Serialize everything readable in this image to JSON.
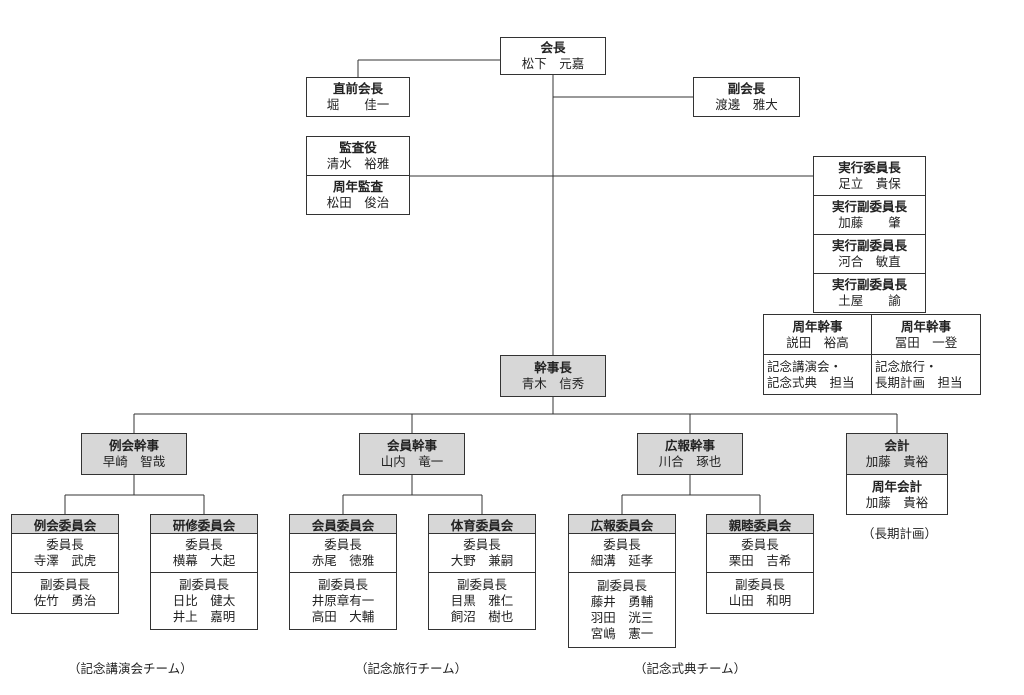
{
  "president": {
    "title": "会長",
    "name": "松下　元嘉"
  },
  "past_president": {
    "title": "直前会長",
    "name": "堀　　佳一"
  },
  "vice_president": {
    "title": "副会長",
    "name": "渡邊　雅大"
  },
  "auditor": {
    "title": "監査役",
    "name": "清水　裕雅"
  },
  "anniv_auditor": {
    "title": "周年監査",
    "name": "松田　俊治"
  },
  "exec_committee": [
    {
      "title": "実行委員長",
      "name": "足立　貴保"
    },
    {
      "title": "実行副委員長",
      "name": "加藤　　肇"
    },
    {
      "title": "実行副委員長",
      "name": "河合　敏直"
    },
    {
      "title": "実行副委員長",
      "name": "土屋　　諭"
    }
  ],
  "anniv_secretaries": [
    {
      "title": "周年幹事",
      "name": "説田　裕高",
      "duty1": "記念講演会・",
      "duty2": "記念式典　担当"
    },
    {
      "title": "周年幹事",
      "name": "冨田　一登",
      "duty1": "記念旅行・",
      "duty2": "長期計画　担当"
    }
  ],
  "chief_secretary": {
    "title": "幹事長",
    "name": "青木　信秀"
  },
  "secretaries": [
    {
      "title": "例会幹事",
      "name": "早崎　智哉"
    },
    {
      "title": "会員幹事",
      "name": "山内　竜一"
    },
    {
      "title": "広報幹事",
      "name": "川合　琢也"
    }
  ],
  "treasurer": {
    "title": "会計",
    "name": "加藤　貴裕"
  },
  "anniv_treasurer": {
    "title": "周年会計",
    "name": "加藤　貴裕"
  },
  "treasurer_caption": "（長期計画）",
  "committees": [
    {
      "title": "例会委員会",
      "chair_label": "委員長",
      "chair": "寺澤　武虎",
      "vice_label": "副委員長",
      "vices": [
        "佐竹　勇治"
      ]
    },
    {
      "title": "研修委員会",
      "chair_label": "委員長",
      "chair": "横幕　大起",
      "vice_label": "副委員長",
      "vices": [
        "日比　健太",
        "井上　嘉明"
      ]
    },
    {
      "title": "会員委員会",
      "chair_label": "委員長",
      "chair": "赤尾　徳雅",
      "vice_label": "副委員長",
      "vices": [
        "井原章有一",
        "高田　大輔"
      ]
    },
    {
      "title": "体育委員会",
      "chair_label": "委員長",
      "chair": "大野　兼嗣",
      "vice_label": "副委員長",
      "vices": [
        "目黒　雅仁",
        "飼沼　樹也"
      ]
    },
    {
      "title": "広報委員会",
      "chair_label": "委員長",
      "chair": "細溝　延孝",
      "vice_label": "副委員長",
      "vices": [
        "藤井　勇輔",
        "羽田　洸三",
        "宮嶋　憲一"
      ]
    },
    {
      "title": "親睦委員会",
      "chair_label": "委員長",
      "chair": "栗田　吉希",
      "vice_label": "副委員長",
      "vices": [
        "山田　和明"
      ]
    }
  ],
  "team_captions": [
    "（記念講演会チーム）",
    "（記念旅行チーム）",
    "（記念式典チーム）"
  ]
}
